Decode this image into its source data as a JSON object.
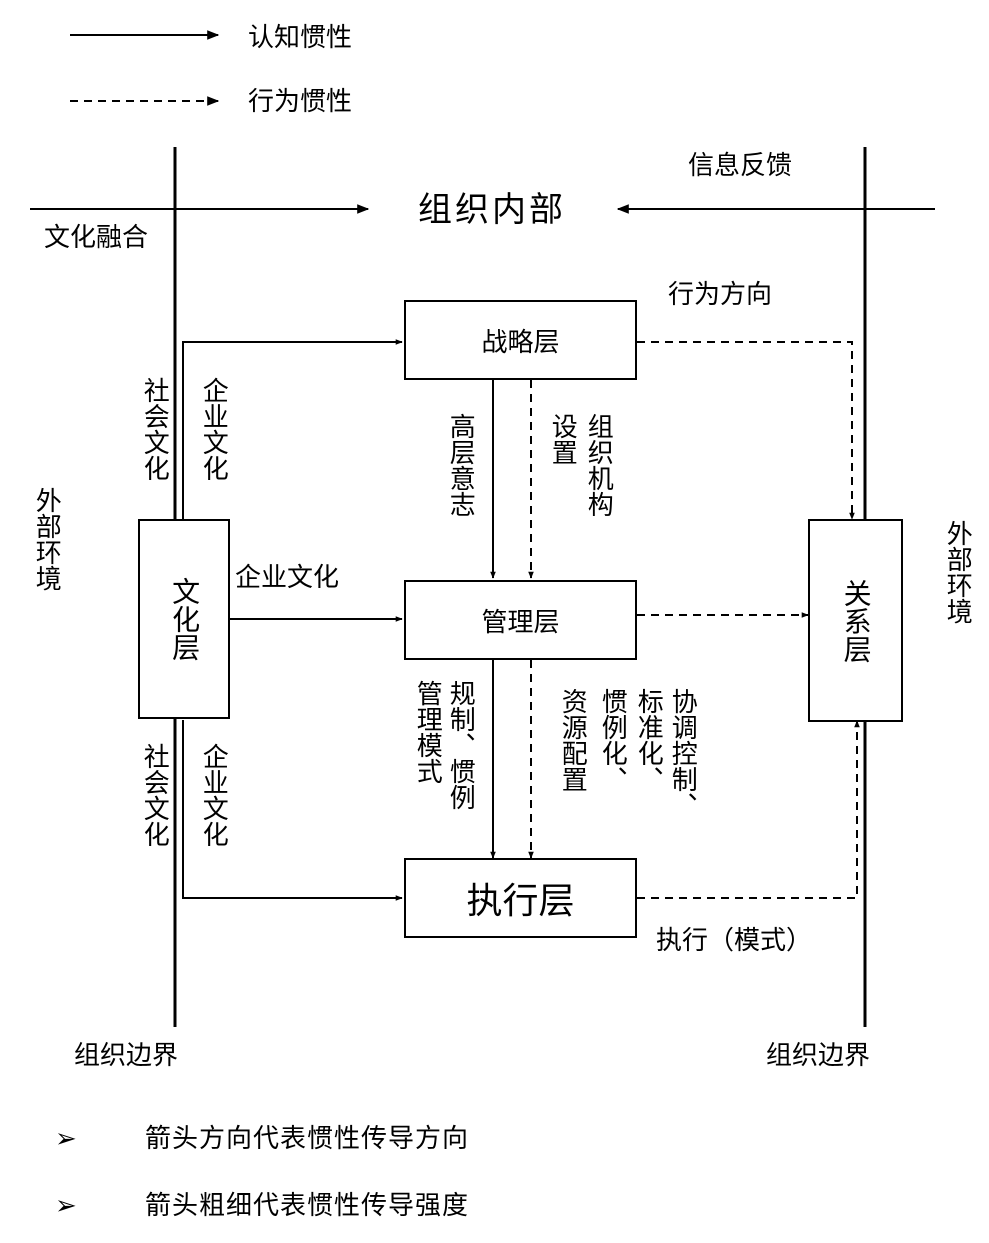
{
  "legend": {
    "solid_label": "认知惯性",
    "dashed_label": "行为惯性"
  },
  "top": {
    "inner_title": "组织内部",
    "culture_fusion": "文化融合",
    "info_feedback": "信息反馈",
    "behavior_direction": "行为方向"
  },
  "sides": {
    "external_left": "外部环境",
    "external_right": "外部环境",
    "boundary_left": "组织边界",
    "boundary_right": "组织边界"
  },
  "boxes": {
    "strategy": "战略层",
    "management": "管理层",
    "execution": "执行层",
    "culture": "文化层",
    "relation": "关系层"
  },
  "labels": {
    "social_culture_top": "社会文化",
    "enterprise_culture_top": "企业文化",
    "enterprise_culture_mid": "企业文化",
    "social_culture_bottom": "社会文化",
    "enterprise_culture_bottom": "企业文化",
    "top_intent": "高层意志",
    "set_org_col1": "设置",
    "set_org_col2": "组织机构",
    "mgmt_col1": "管理模式",
    "mgmt_col2": "规制、惯例",
    "resource": "资源配置",
    "habit_col1": "惯例化、",
    "habit_col2": "标准化、",
    "habit_col3": "协调控制、",
    "execution_mode": "执行（模式）"
  },
  "notes": [
    {
      "bullet": "➢",
      "text": "箭头方向代表惯性传导方向"
    },
    {
      "bullet": "➢",
      "text": "箭头粗细代表惯性传导强度"
    }
  ]
}
